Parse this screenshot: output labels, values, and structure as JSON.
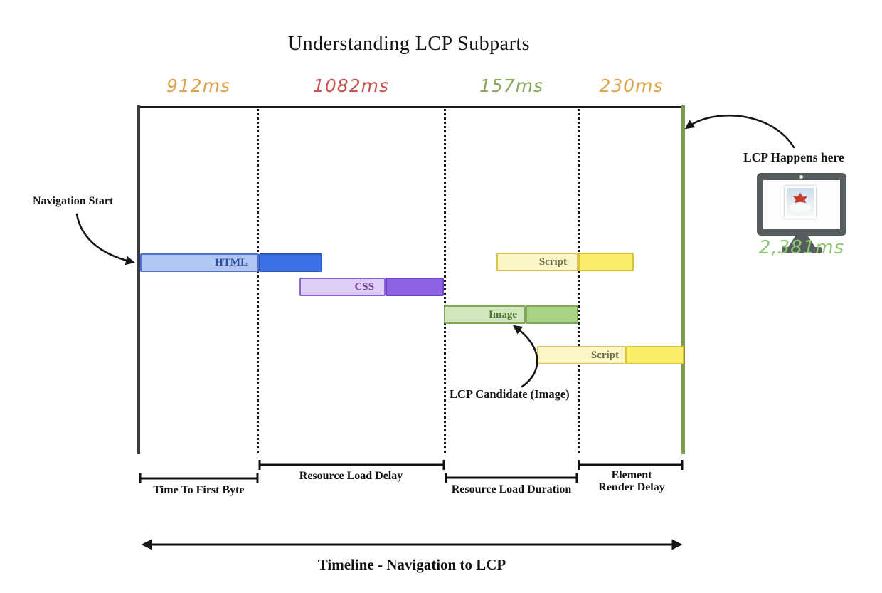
{
  "title": "Understanding LCP Subparts",
  "sections": [
    {
      "name": "Time To First Byte",
      "duration": "912ms",
      "duration_color": "#dfa24b"
    },
    {
      "name": "Resource Load Delay",
      "duration": "1082ms",
      "duration_color": "#c9514d"
    },
    {
      "name": "Resource Load Duration",
      "duration": "157ms",
      "duration_color": "#89a95a"
    },
    {
      "name": "Element Render Delay",
      "duration": "230ms",
      "duration_color": "#e0a449",
      "label_line1": "Element",
      "label_line2": "Render Delay"
    }
  ],
  "bars": [
    {
      "label": "HTML",
      "light_color": "#b1c7f1",
      "dark_color": "#3d71e8"
    },
    {
      "label": "CSS",
      "light_color": "#decff6",
      "dark_color": "#8c63e4"
    },
    {
      "label": "Script",
      "light_color": "#fbf6c3",
      "dark_color": "#f8ec6a"
    },
    {
      "label": "Image",
      "light_color": "#d2e7bd",
      "dark_color": "#a9d285"
    },
    {
      "label": "Script",
      "light_color": "#fbf6c3",
      "dark_color": "#f8ec6a"
    }
  ],
  "annotations": {
    "navigation_start": "Navigation Start",
    "lcp_candidate": "LCP Candidate (Image)",
    "lcp_happens": "LCP Happens here",
    "lcp_total_time": "2,381ms",
    "lcp_total_time_color": "#8fc977"
  },
  "timeline_label": "Timeline - Navigation to LCP",
  "colors": {
    "navigation_line": "#3c3c3c",
    "lcp_line": "#7a9b4b",
    "monitor_body": "#575c5f"
  }
}
